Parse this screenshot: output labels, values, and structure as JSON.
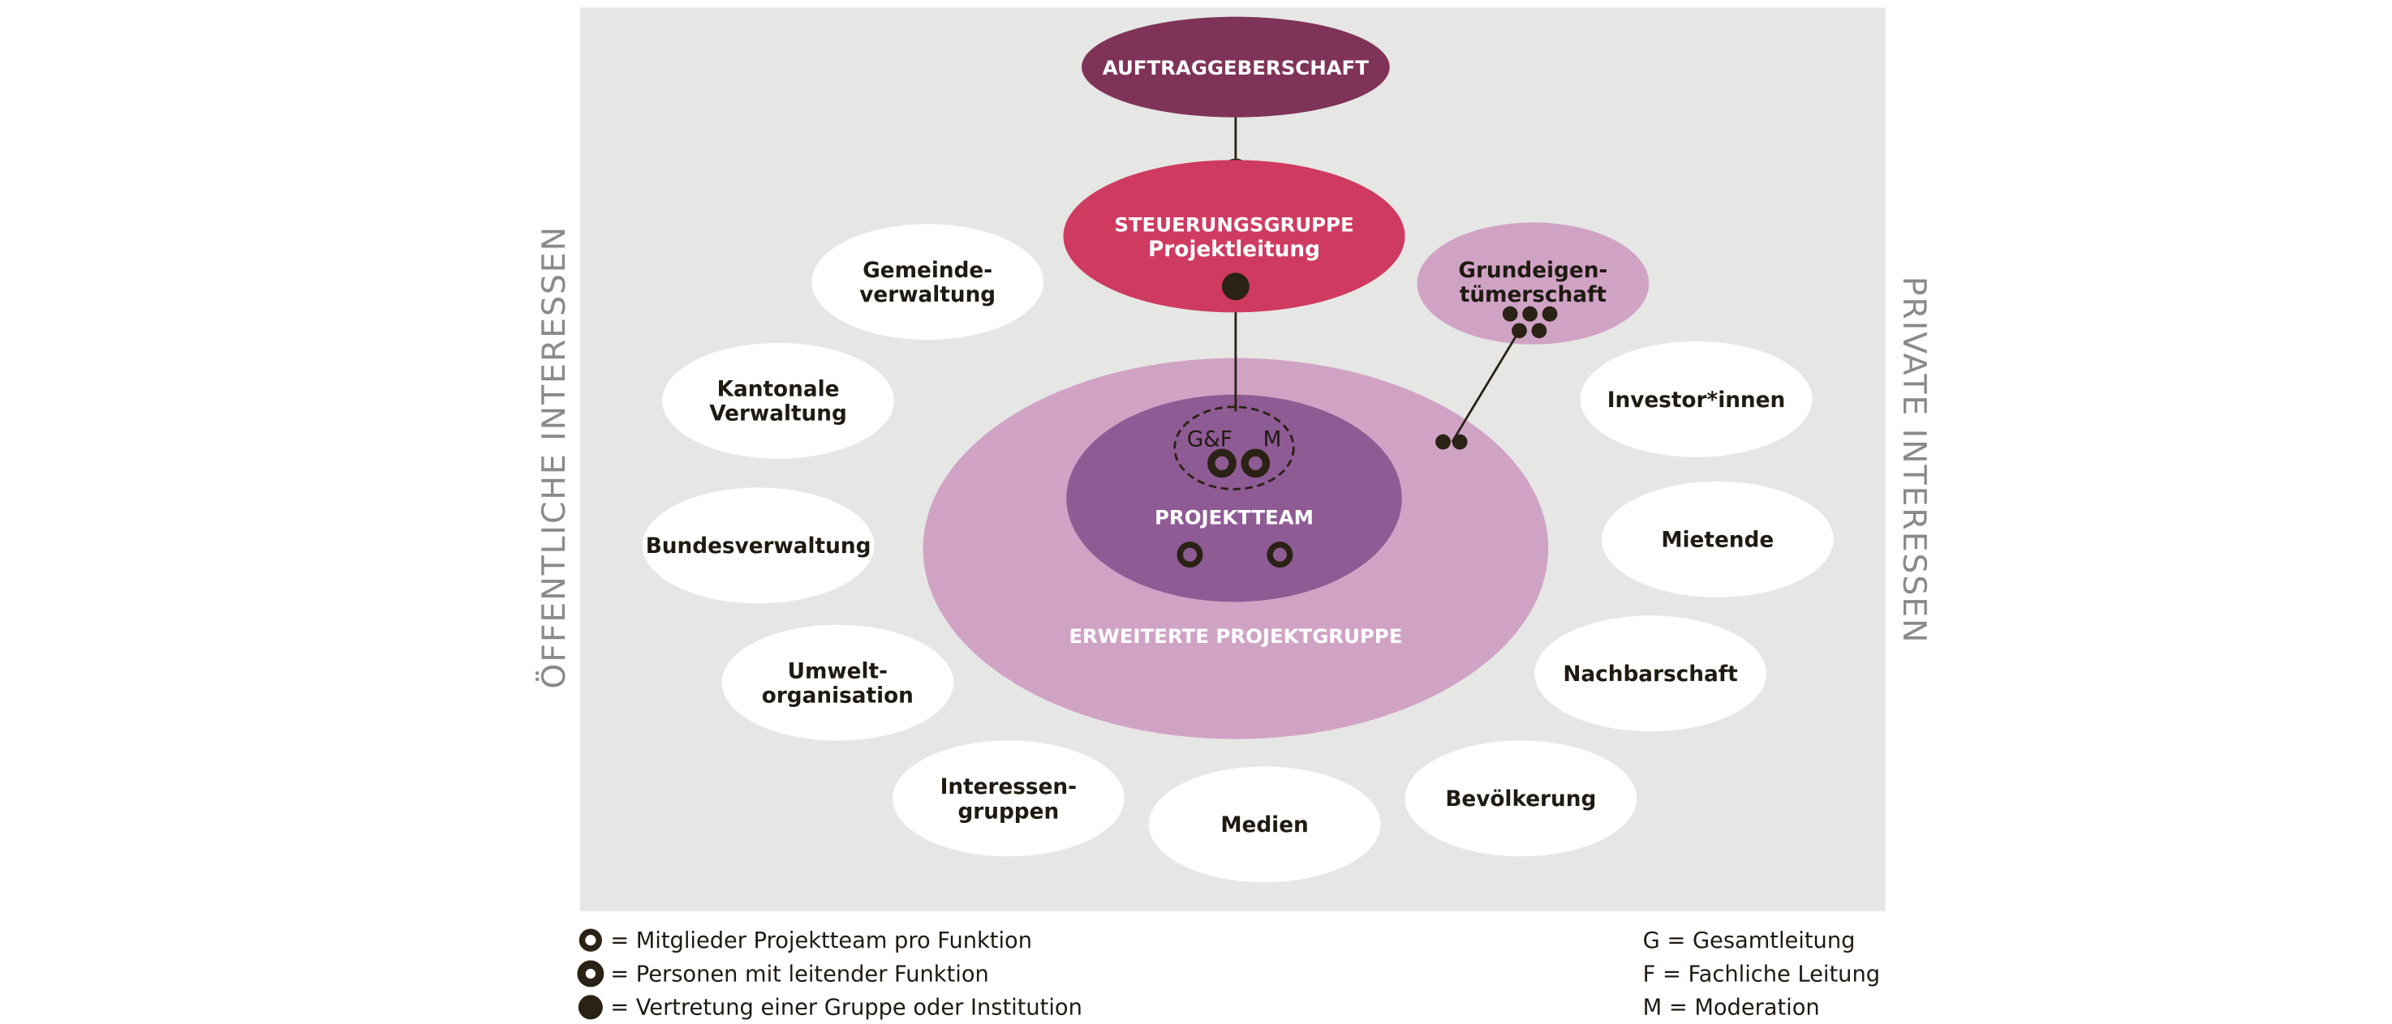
{
  "colors": {
    "background": "#e6e6e4",
    "client": "#7f3358",
    "steering": "#cf3a60",
    "extended_group": "#d0a3c5",
    "project_team": "#8f5b95",
    "stakeholder": "#ffffff",
    "dot": "#2a2214",
    "side_label": "#8a8a8a"
  },
  "side_labels": {
    "left": "ÖFFENTLICHE INTERESSEN",
    "right": "PRIVATE INTERESSEN"
  },
  "core": {
    "client": "AUFTRAGGEBERSCHAFT",
    "steering_line1": "STEUERUNGSGRUPPE",
    "steering_line2": "Projektleitung",
    "extended": "ERWEITERTE PROJEKTGRUPPE",
    "team": "PROJEKTTEAM",
    "gf": "G&F",
    "m": "M",
    "landowners_line1": "Grundeigen-",
    "landowners_line2": "tümerschaft"
  },
  "stakeholders": [
    {
      "line1": "Gemeinde-",
      "line2": "verwaltung"
    },
    {
      "line1": "Kantonale",
      "line2": "Verwaltung"
    },
    {
      "line1": "Bundesverwaltung",
      "line2": ""
    },
    {
      "line1": "Umwelt-",
      "line2": "organisation"
    },
    {
      "line1": "Interessen-",
      "line2": "gruppen"
    },
    {
      "line1": "Medien",
      "line2": ""
    },
    {
      "line1": "Bevölkerung",
      "line2": ""
    },
    {
      "line1": "Nachbarschaft",
      "line2": ""
    },
    {
      "line1": "Mietende",
      "line2": ""
    },
    {
      "line1": "Investor*innen",
      "line2": ""
    }
  ],
  "legend": {
    "symbols": [
      {
        "icon": "ring-icon",
        "text": "= Mitglieder Projektteam pro Funktion"
      },
      {
        "icon": "ring-small-hole-icon",
        "text": "= Personen mit leitender Funktion"
      },
      {
        "icon": "filled-dot-icon",
        "text": "= Vertretung einer Gruppe oder Institution"
      }
    ],
    "abbreviations": [
      {
        "text": "G = Gesamtleitung"
      },
      {
        "text": "F = Fachliche Leitung"
      },
      {
        "text": "M = Moderation"
      }
    ]
  }
}
